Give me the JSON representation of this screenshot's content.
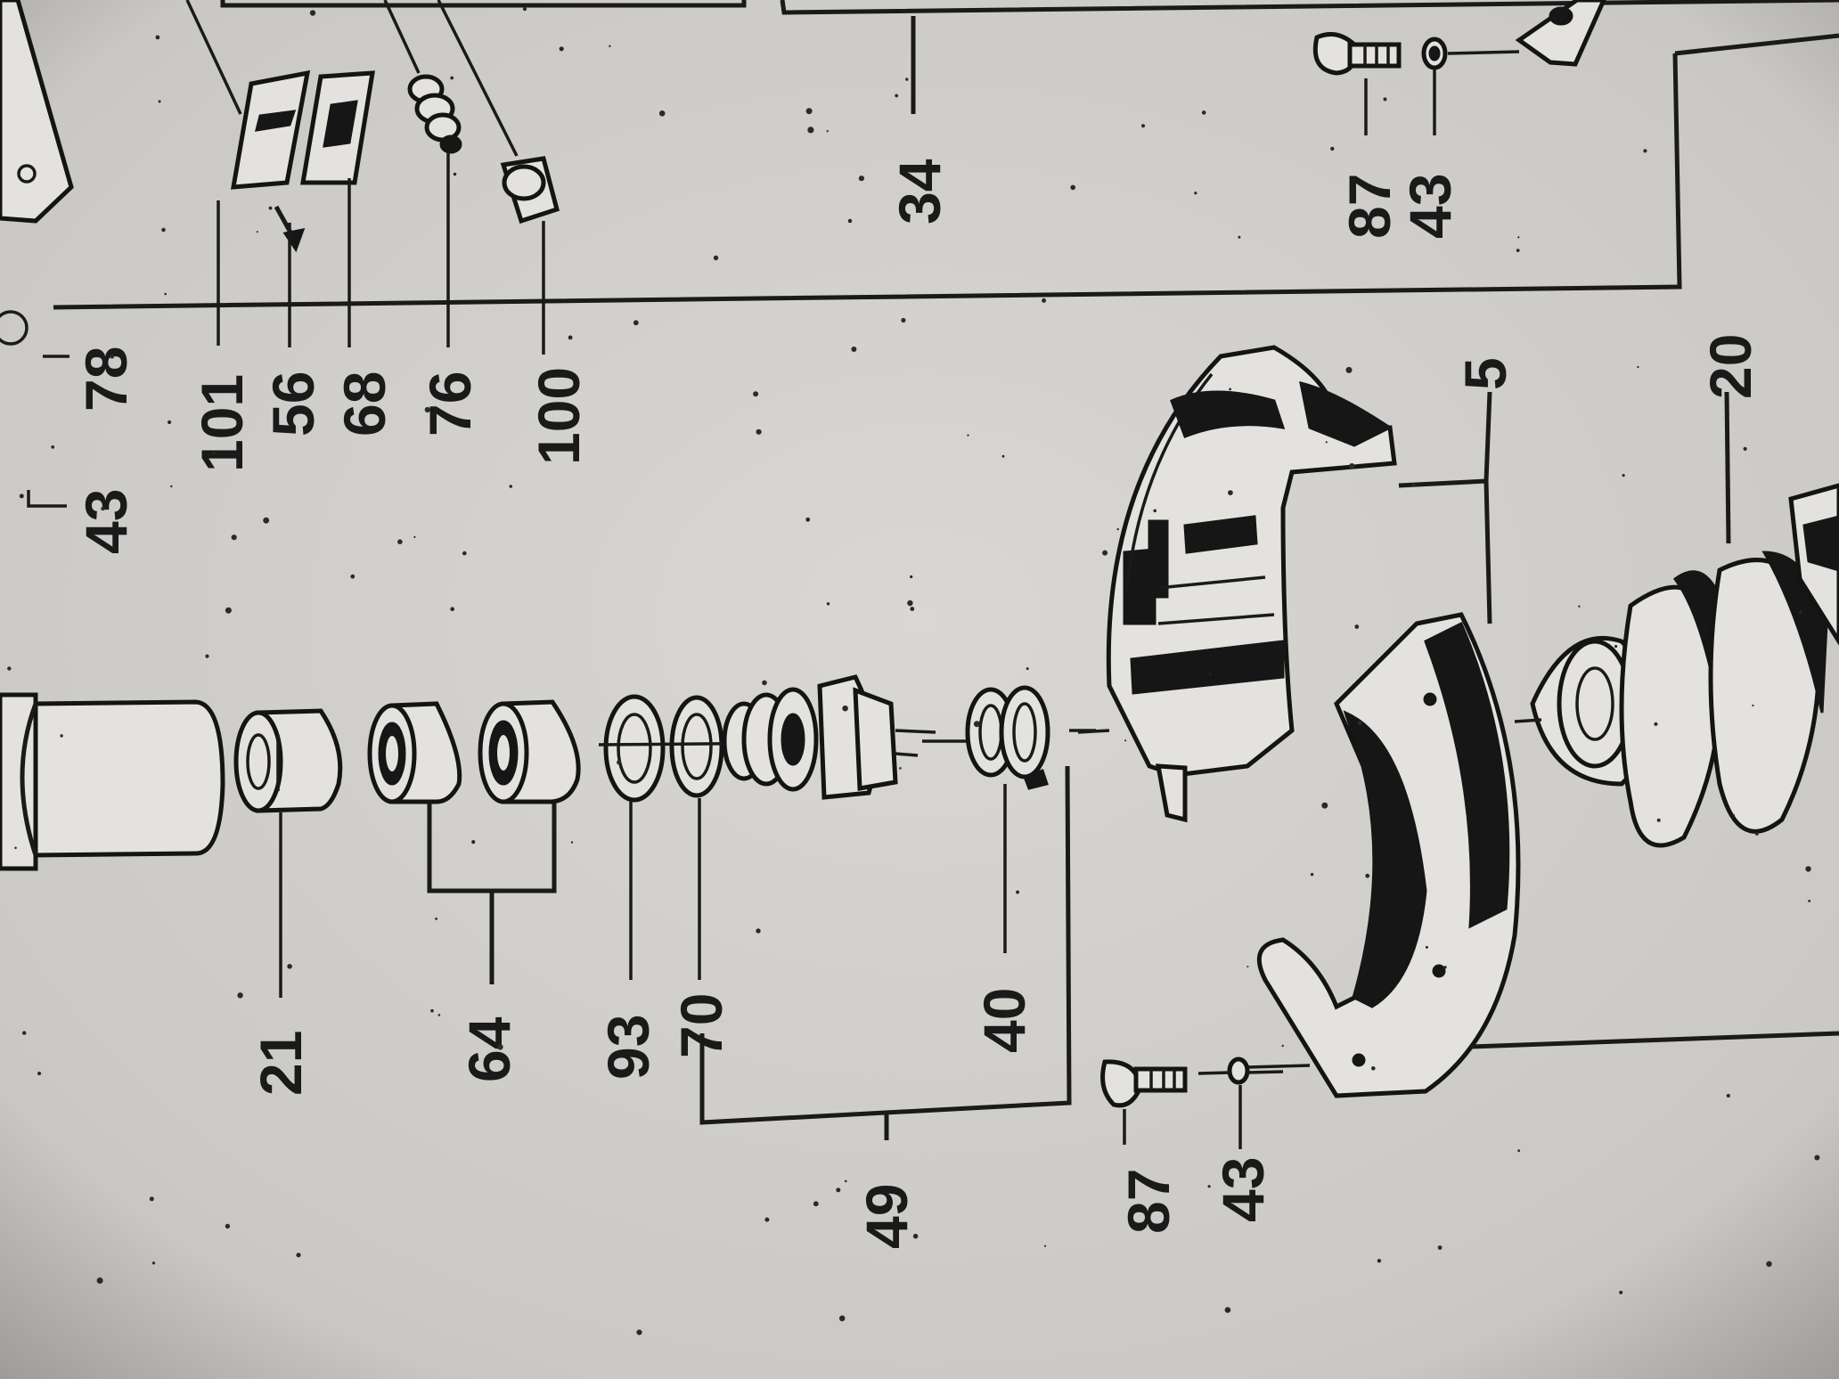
{
  "diagram": {
    "orientation": "rotated-90-ccw",
    "part_numbers": [
      "43",
      "78",
      "101",
      "56",
      "68",
      "76",
      "100",
      "34",
      "87",
      "43",
      "21",
      "64",
      "93",
      "70",
      "40",
      "49",
      "87",
      "43",
      "5",
      "20"
    ]
  },
  "colors": {
    "paper": "#cfcdca",
    "ink": "#161616"
  }
}
